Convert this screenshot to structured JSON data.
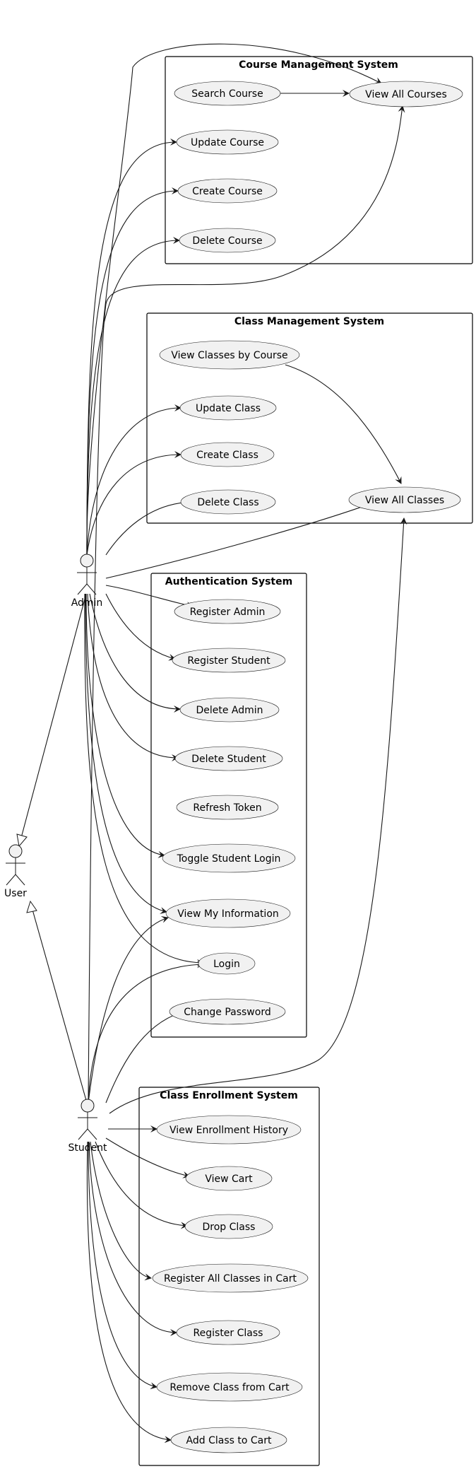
{
  "colors": {
    "ellipse_fill": "#f1f1f1",
    "stroke": "#181818",
    "background": "#ffffff"
  },
  "actors": {
    "admin": "Admin",
    "user": "User",
    "student": "Student"
  },
  "packages": {
    "course": "Course Management System",
    "class": "Class Management System",
    "auth": "Authentication System",
    "enroll": "Class Enrollment System"
  },
  "use_cases": {
    "view_all_courses": "View All Courses",
    "search_course": "Search Course",
    "update_course": "Update Course",
    "create_course": "Create Course",
    "delete_course": "Delete Course",
    "view_classes_by_course": "View Classes by Course",
    "update_class": "Update Class",
    "create_class": "Create Class",
    "delete_class": "Delete Class",
    "view_all_classes": "View All Classes",
    "register_admin": "Register Admin",
    "register_student": "Register Student",
    "delete_admin": "Delete Admin",
    "delete_student": "Delete Student",
    "refresh_token": "Refresh Token",
    "toggle_student_login": "Toggle Student Login",
    "view_my_information": "View My Information",
    "login": "Login",
    "change_password": "Change Password",
    "view_enrollment_history": "View Enrollment History",
    "view_cart": "View Cart",
    "drop_class": "Drop Class",
    "register_all_classes_in_cart": "Register All Classes in Cart",
    "register_class": "Register Class",
    "remove_class_from_cart": "Remove Class from Cart",
    "add_class_to_cart": "Add Class to Cart"
  }
}
